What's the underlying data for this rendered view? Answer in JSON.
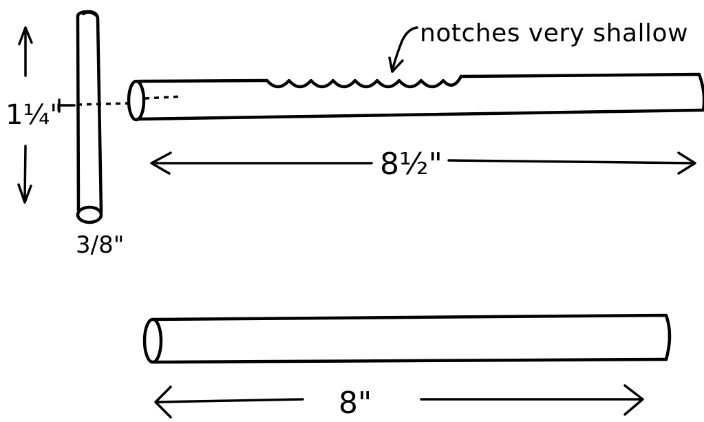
{
  "annotation": {
    "notches": "notches very shallow"
  },
  "dimensions": {
    "handle_length": "1¼\"",
    "handle_diameter": "3/8\"",
    "shaft_length": "8½\"",
    "rod_length": "8\""
  },
  "colors": {
    "ink": "#000000",
    "paper": "#ffffff"
  }
}
